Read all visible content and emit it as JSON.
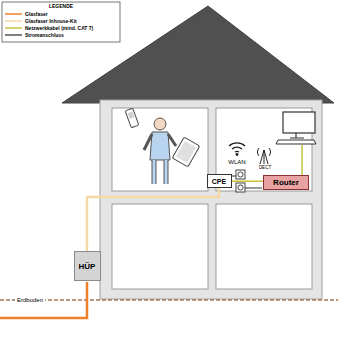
{
  "diagram": {
    "nodes": [
      {
        "text": [
          "HÜP"
        ]
      },
      {
        "text": [
          "CPE"
        ]
      },
      {
        "text": [
          "Router"
        ]
      }
    ],
    "edges": [
      {
        "from": 0,
        "to": 1,
        "arrow": "none"
      },
      {
        "from": 1,
        "to": 2,
        "arrow": "none"
      }
    ],
    "labels": [
      "LEGENDE",
      "WLAN",
      "DECT",
      "Erdboden"
    ],
    "legend": [
      {
        "text": "Glasfaser"
      },
      {
        "text": "Glasfaser Inhouse-Kit"
      },
      {
        "text": "Netzwerkkabel (mind. CAT 7)"
      },
      {
        "text": "Stromanschluss"
      }
    ]
  }
}
